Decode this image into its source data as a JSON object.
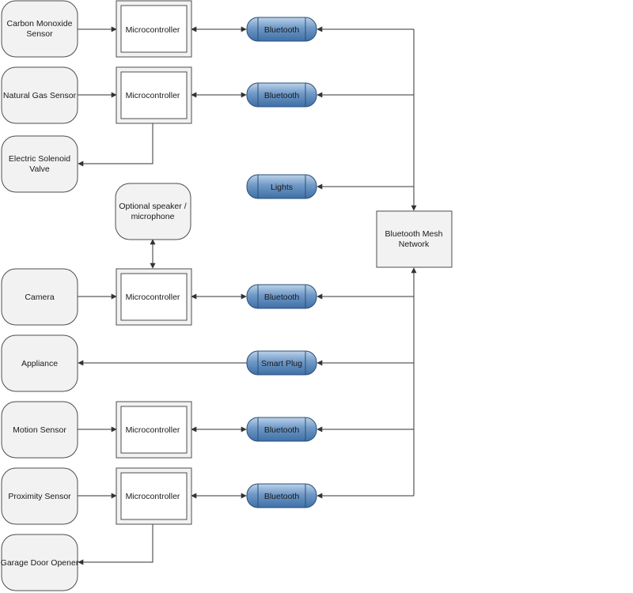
{
  "diagram": {
    "devices": {
      "co_sensor": [
        "Carbon Monoxide",
        "Sensor"
      ],
      "gas_sensor": [
        "Natural Gas Sensor"
      ],
      "valve": [
        "Electric Solenoid",
        "Valve"
      ],
      "speaker": [
        "Optional speaker /",
        "microphone"
      ],
      "camera": [
        "Camera"
      ],
      "appliance": [
        "Appliance"
      ],
      "motion": [
        "Motion Sensor"
      ],
      "proximity": [
        "Proximity Sensor"
      ],
      "garage": [
        "Garage Door Opener"
      ]
    },
    "microcontroller_label": "Microcontroller",
    "bluetooth_label": "Bluetooth",
    "lights_label": "Lights",
    "smart_plug_label": "Smart Plug",
    "mesh": [
      "Bluetooth Mesh",
      "Network"
    ]
  },
  "colors": {
    "node_fill": "#f2f2f2",
    "node_stroke": "#4d4d4d",
    "pill_light": "#bcd3ea",
    "pill_dark": "#3d6fa6",
    "pill_stroke": "#2b4f78",
    "line": "#333333"
  }
}
